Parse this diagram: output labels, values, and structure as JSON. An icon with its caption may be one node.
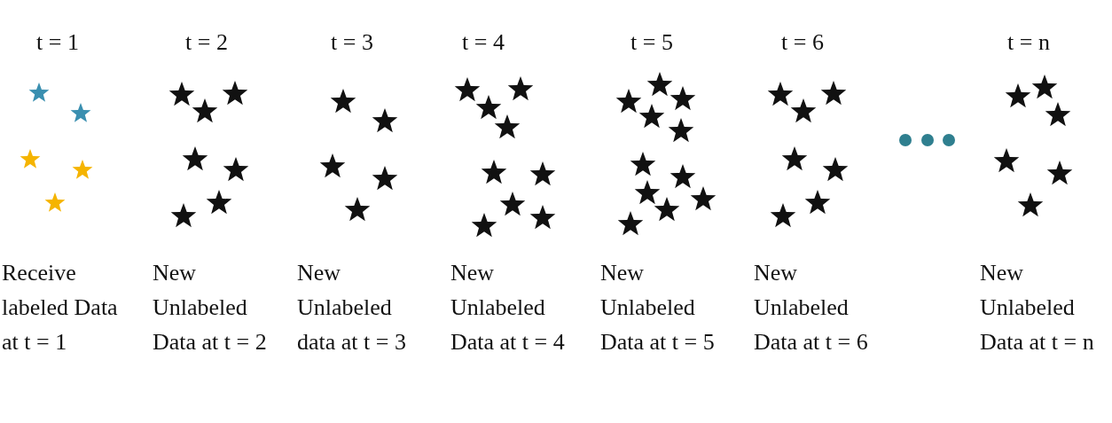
{
  "diagram": {
    "labels": [
      "t = 1",
      "t = 2",
      "t = 3",
      "t = 4",
      "t = 5",
      "t = 6",
      "t = n",
      "Receive labeled Data at t = 1",
      "New Unlabeled Data at t = 2",
      "New Unlabeled data at t = 3",
      "New Unlabeled Data at t = 4",
      "New Unlabeled Data at t = 5",
      "New Unlabeled Data at t = 6",
      "New Unlabeled Data at t = n"
    ]
  }
}
